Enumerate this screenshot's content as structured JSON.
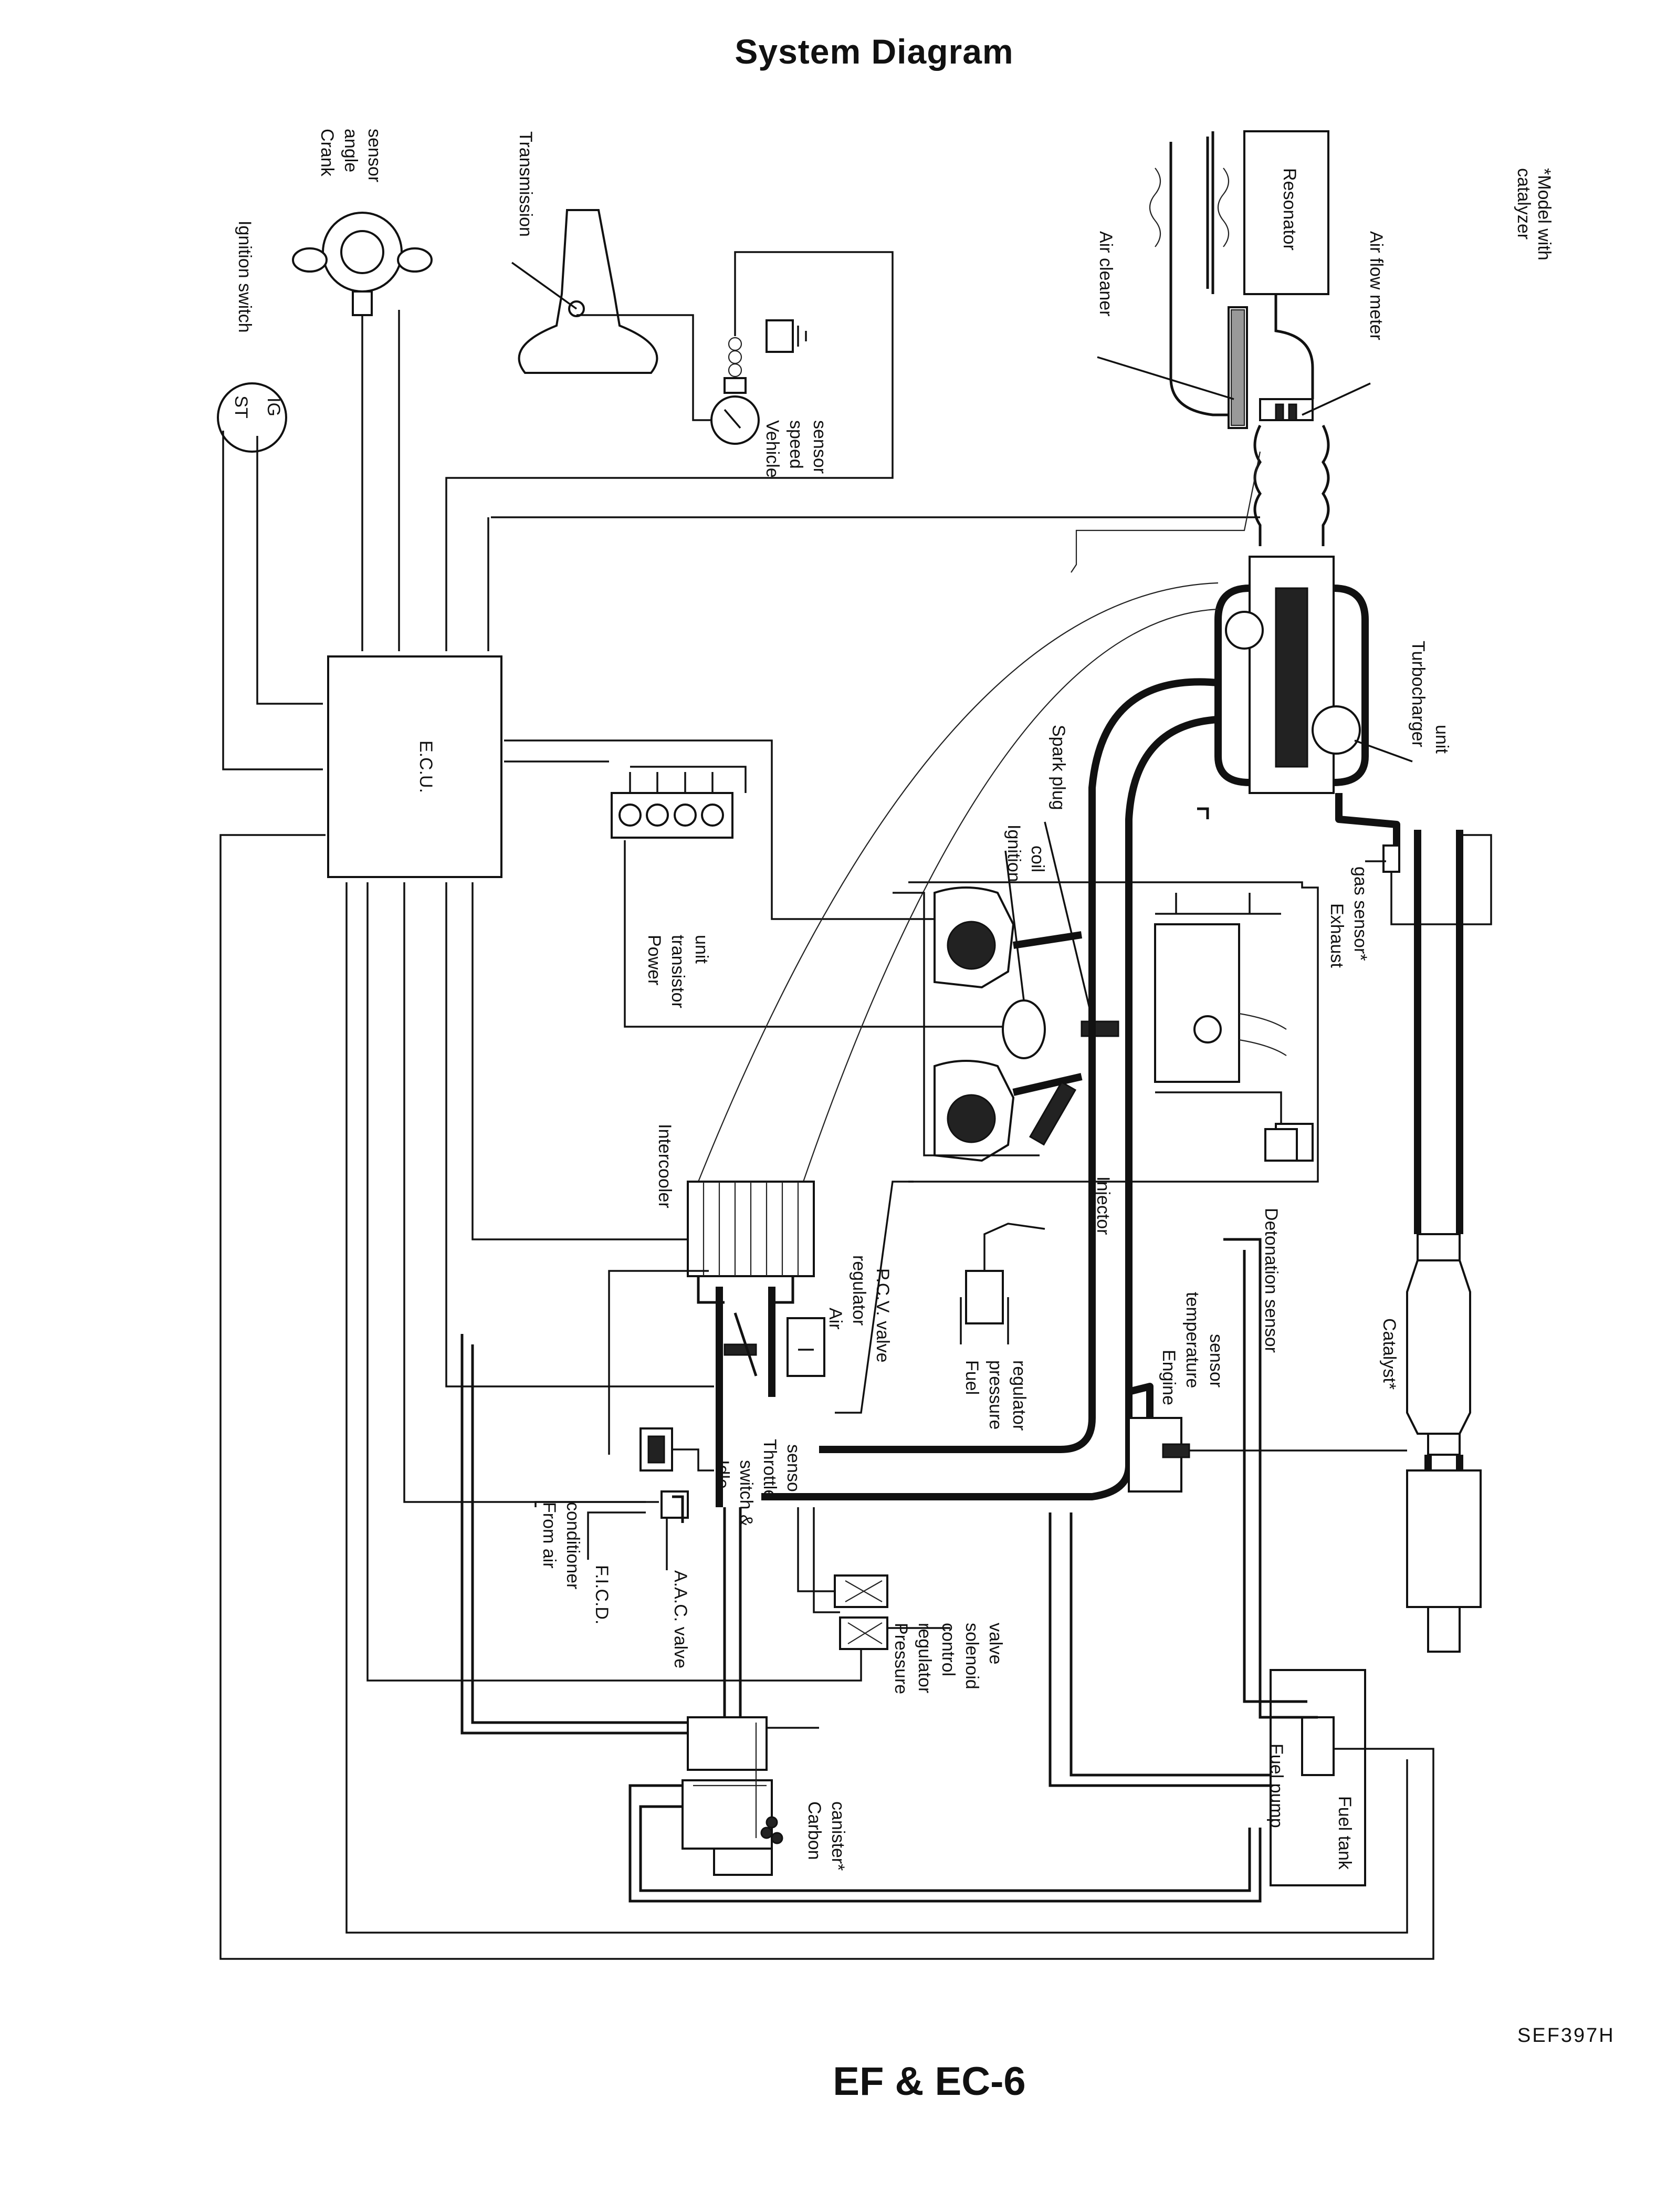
{
  "page": {
    "title": "System Diagram",
    "footer": "EF & EC-6",
    "figure_code": "SEF397H",
    "note": "*Model with catalyzer"
  },
  "components": {
    "ecu": "E.C.U.",
    "ignition_switch": "Ignition switch",
    "ignition_terminals": [
      "ST",
      "IG"
    ],
    "crank_angle_sensor": [
      "Crank",
      "angle",
      "sensor"
    ],
    "transmission": "Transmission",
    "vehicle_speed_sensor": [
      "Vehicle",
      "speed",
      "sensor"
    ],
    "air_cleaner": "Air cleaner",
    "resonator": "Resonator",
    "air_flow_meter": "Air flow meter",
    "turbocharger_unit": [
      "Turbocharger",
      "unit"
    ],
    "power_transistor_unit": [
      "Power",
      "transistor",
      "unit"
    ],
    "ignition_coil": [
      "Ignition",
      "coil"
    ],
    "spark_plug": "Spark plug",
    "exhaust_gas_sensor": [
      "Exhaust",
      "gas sensor*"
    ],
    "intercooler": "Intercooler",
    "injector": "Injector",
    "detonation_sensor": "Detonation sensor",
    "air_regulator": [
      "Air",
      "regulator"
    ],
    "pcv_valve": "P.C.V. valve",
    "fuel_pressure_regulator": [
      "Fuel",
      "pressure",
      "regulator"
    ],
    "engine_temperature_sensor": [
      "Engine",
      "temperature",
      "sensor"
    ],
    "catalyst": "Catalyst*",
    "idle_switch_throttle_sensor": [
      "Idle",
      "switch &",
      "Throttle",
      "sensor"
    ],
    "from_air_conditioner": [
      "From air",
      "conditioner"
    ],
    "ficd": "F.I.C.D.",
    "aac_valve": "A.A.C. valve",
    "pressure_regulator_control_solenoid_valve": [
      "Pressure",
      "regulator",
      "control",
      "solenoid",
      "valve"
    ],
    "carbon_canister": [
      "Carbon",
      "canister*"
    ],
    "fuel_pump": "Fuel pump",
    "fuel_tank": "Fuel tank"
  }
}
